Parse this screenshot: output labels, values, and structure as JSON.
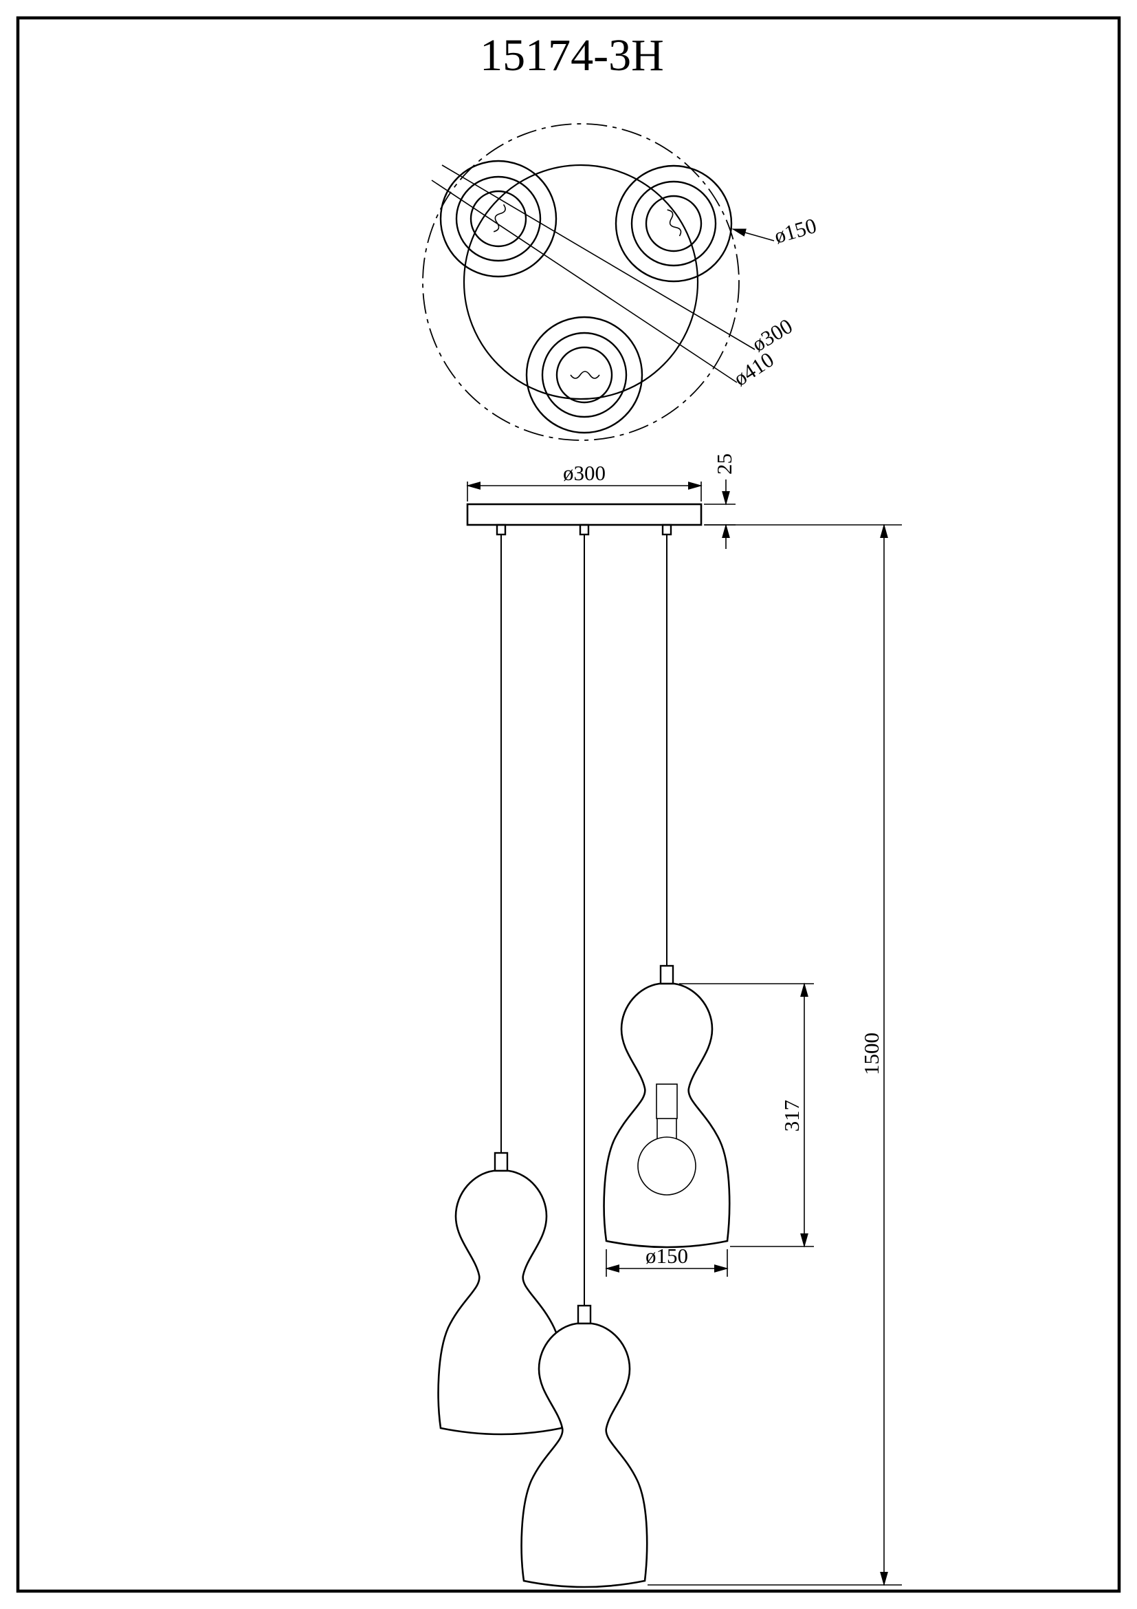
{
  "title": "15174-3H",
  "colors": {
    "line": "#000000",
    "background": "#ffffff"
  },
  "top_view": {
    "dim_holder": "ø150",
    "dim_inner_circle": "ø300",
    "dim_outer_circle": "ø410"
  },
  "front_view": {
    "dim_plate_diameter": "ø300",
    "dim_plate_thickness": "25",
    "dim_total_height": "1500",
    "dim_shade_height": "317",
    "dim_shade_diameter": "ø150"
  }
}
